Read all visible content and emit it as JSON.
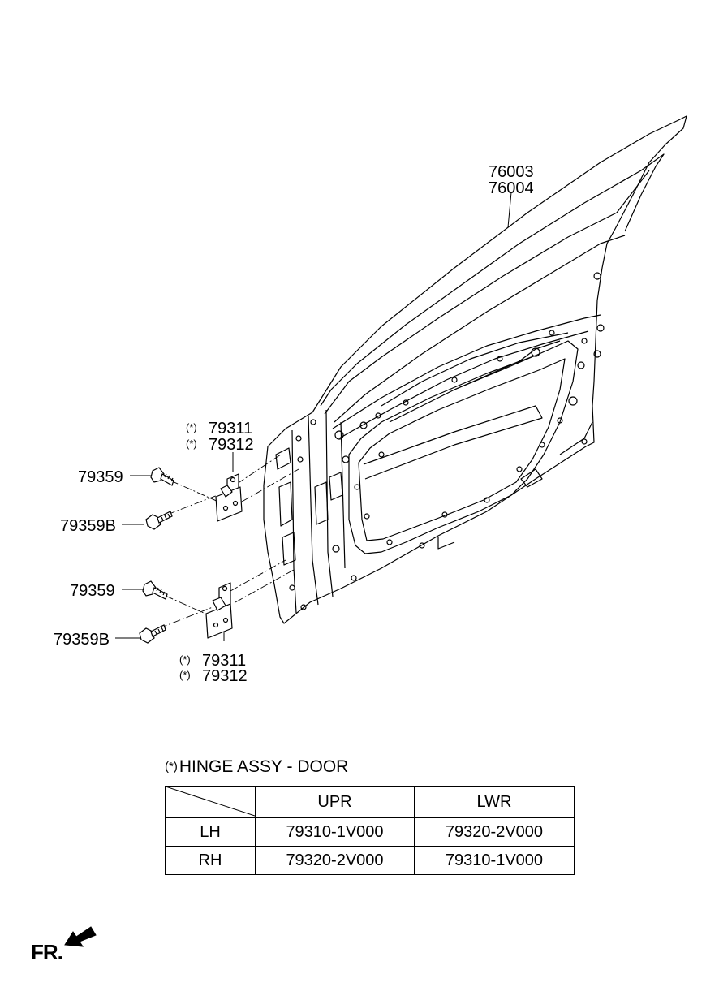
{
  "callouts": {
    "door_part_1": "76003",
    "door_part_2": "76004",
    "upper_hinge_1": "79311",
    "upper_hinge_2": "79312",
    "lower_hinge_1": "79311",
    "lower_hinge_2": "79312",
    "upper_bolt": "79359",
    "upper_bolt_b": "79359B",
    "lower_bolt": "79359",
    "lower_bolt_b": "79359B",
    "marker": "(*)"
  },
  "note": {
    "marker": "(*)",
    "title": "HINGE ASSY - DOOR"
  },
  "table": {
    "headers": [
      "",
      "UPR",
      "LWR"
    ],
    "rows": [
      {
        "side": "LH",
        "upr": "79310-1V000",
        "lwr": "79320-2V000"
      },
      {
        "side": "RH",
        "upr": "79320-2V000",
        "lwr": "79310-1V000"
      }
    ]
  },
  "direction": {
    "label": "FR."
  }
}
